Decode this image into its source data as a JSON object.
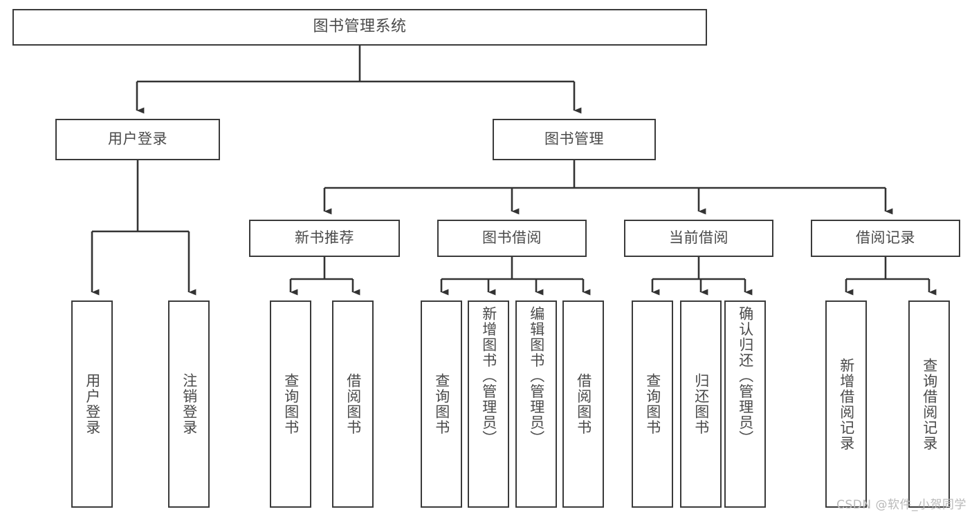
{
  "diagram": {
    "type": "tree-hierarchy",
    "title": "图书管理系统",
    "orientation": "top-down",
    "colors": {
      "node_border": "#3a3a3a",
      "node_fill": "#ffffff",
      "text": "#4a4a4a",
      "connector": "#333333",
      "watermark": "#b9b9b9",
      "background": "#ffffff"
    },
    "root": {
      "label": "图书管理系统"
    },
    "level1": [
      {
        "id": "user-login",
        "label": "用户登录"
      },
      {
        "id": "book-management",
        "label": "图书管理"
      }
    ],
    "level2": [
      {
        "id": "new-book-recommend",
        "label": "新书推荐",
        "parent": "book-management"
      },
      {
        "id": "book-borrow",
        "label": "图书借阅",
        "parent": "book-management"
      },
      {
        "id": "current-borrow",
        "label": "当前借阅",
        "parent": "book-management"
      },
      {
        "id": "borrow-record",
        "label": "借阅记录",
        "parent": "book-management"
      }
    ],
    "leaves": {
      "user-login": [
        {
          "id": "leaf-user-login",
          "label": "用户登录"
        },
        {
          "id": "leaf-logout-login",
          "label": "注销登录"
        }
      ],
      "new-book-recommend": [
        {
          "id": "leaf-query-book-1",
          "label": "查询图书"
        },
        {
          "id": "leaf-borrow-book-1",
          "label": "借阅图书"
        }
      ],
      "book-borrow": [
        {
          "id": "leaf-query-book-2",
          "label": "查询图书"
        },
        {
          "id": "leaf-add-book",
          "label": "新增图书（管理员）"
        },
        {
          "id": "leaf-edit-book",
          "label": "编辑图书（管理员）"
        },
        {
          "id": "leaf-borrow-book-2",
          "label": "借阅图书"
        }
      ],
      "current-borrow": [
        {
          "id": "leaf-query-book-3",
          "label": "查询图书"
        },
        {
          "id": "leaf-return-book",
          "label": "归还图书"
        },
        {
          "id": "leaf-confirm-return",
          "label": "确认归还（管理员）"
        }
      ],
      "borrow-record": [
        {
          "id": "leaf-add-record",
          "label": "新增借阅记录"
        },
        {
          "id": "leaf-query-record",
          "label": "查询借阅记录"
        }
      ]
    }
  },
  "watermark": {
    "text": "CSDN @软件_小贺同学"
  }
}
